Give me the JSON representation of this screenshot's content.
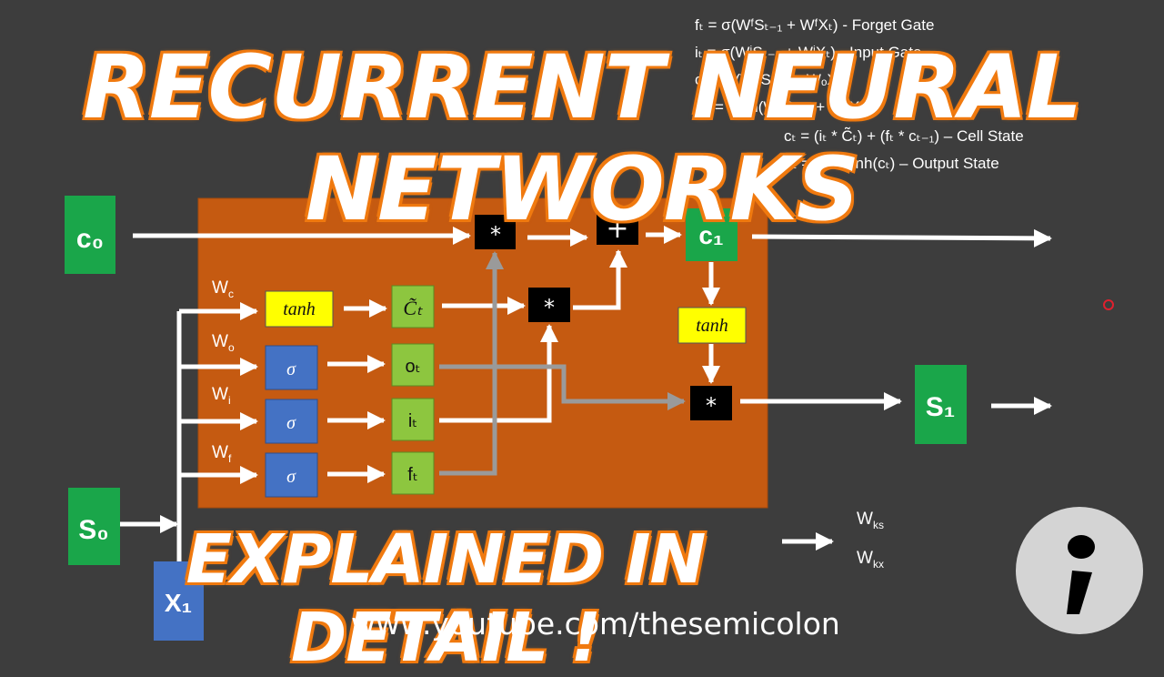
{
  "equations": [
    "fₜ = σ(WᶠSₜ₋₁ + WᶠXₜ)   - Forget Gate",
    "iₜ = σ(WⁱSₜ₋₁ + WⁱXₜ)   - Input Gate",
    "oₜ = σ(WₒSₜ₋₁ + WₒXₜ)",
    "C̃ₜ = tanh(WᶜSₜ₋₁ + WᶜXₜ)",
    "cₜ = (iₜ * C̃ₜ) + (fₜ * cₜ₋₁) – Cell State",
    "hₜ = oₜ *  tanh(cₜ) – Output State"
  ],
  "title": "Recurrent Neural Networks",
  "subtitle": "Explained in Detail !",
  "url": "www.youtube.com/thesemicolon",
  "nodes": {
    "c0": "c₀",
    "c1": "c₁",
    "s0": "S₀",
    "s1": "S₁",
    "x1": "X₁",
    "tanh": "tanh",
    "sigma": "σ",
    "ct_tilde": "C̃ₜ",
    "ot": "oₜ",
    "it": "iₜ",
    "ft": "fₜ",
    "mult": "*",
    "plus": "+"
  },
  "weights": {
    "wc": "W",
    "wc_sub": "c",
    "wo": "W",
    "wo_sub": "o",
    "wi": "W",
    "wi_sub": "i",
    "wf": "W",
    "wf_sub": "f",
    "wks": "W",
    "wks_sub": "ks",
    "wkx": "W",
    "wkx_sub": "kx"
  },
  "colors": {
    "background": "#3d3d3d",
    "panel": "#c55a11",
    "state_green": "#1aa64a",
    "gate_green": "#8dc63f",
    "sigma_blue": "#4472c4",
    "tanh_yellow": "#ffff00",
    "title_orange": "#f07a10"
  }
}
